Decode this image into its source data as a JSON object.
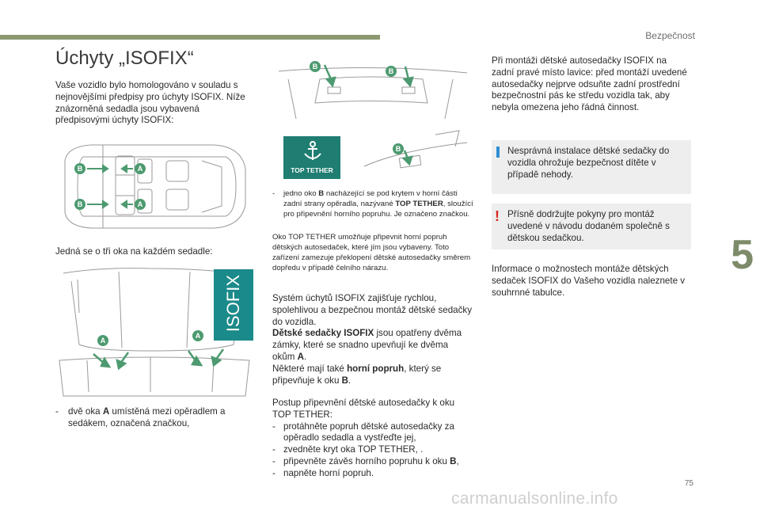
{
  "header": {
    "section": "Bezpečnost",
    "title": "Úchyty „ISOFIX“",
    "chapter_number": "5",
    "page_number": "75"
  },
  "col1": {
    "intro": "Vaše vozidlo bylo homologováno v souladu s nejnovějšími předpisy pro úchyty ISOFIX. Níže znázorněná sedadla jsou vybavená předpisovými úchyty ISOFIX:",
    "line": "Jedná se o tři oka na každém sedadle:",
    "bullet_a_pre": "dvě oka ",
    "bullet_a_bold": "A",
    "bullet_a_post": " umístěná mezi opěradlem a sedákem, označená značkou,",
    "isofix_label": "ISOFIX",
    "badges": {
      "a": "A",
      "b": "B"
    }
  },
  "col2": {
    "tether_label": "TOP TETHER",
    "note_b_pre": "jedno oko ",
    "note_b_bold": "B",
    "note_b_mid": " nacházející se pod krytem v horní části zadní strany opěradla, nazývané ",
    "note_b_bold2": "TOP TETHER",
    "note_b_post": ", sloužící pro připevnění horního popruhu. Je označeno značkou.",
    "note_b2": "Oko TOP TETHER umožňuje připevnit horní popruh dětských autosedaček, které jím jsou vybaveny. Toto zařízení zamezuje překlopení dětské autosedačky směrem dopředu v případě čelního nárazu.",
    "system": "Systém úchytů ISOFIX zajišťuje rychlou, spolehlivou a bezpečnou montáž dětské sedačky do vozidla.",
    "seats_bold": "Dětské sedačky ISOFIX",
    "seats_rest": " jsou opatřeny dvěma zámky, které se snadno upevňují ke dvěma okům ",
    "seats_a": "A",
    "some_pre": "Některé mají také ",
    "some_bold": "horní popruh",
    "some_mid": ", který se připevňuje k oku ",
    "some_b": "B",
    "proc_title": "Postup připevnění dětské autosedačky k oku TOP TETHER:",
    "steps": [
      "protáhněte popruh dětské autosedačky za opěradlo sedadla a vystřeďte jej,",
      "zvedněte kryt oka TOP TETHER, .",
      "připevněte závěs horního popruhu k oku ",
      "napněte horní popruh."
    ],
    "step3_bold": "B",
    "step3_tail": ","
  },
  "col3": {
    "para1": "Při montáži dětské autosedačky ISOFIX na zadní pravé místo lavice: před montáží uvedené autosedačky nejprve odsuňte zadní prostřední bezpečnostní pás ke středu vozidla tak, aby nebyla omezena jeho řádná činnost.",
    "info": "Nesprávná instalace dětské sedačky do vozidla ohrožuje bezpečnost dítěte v případě nehody.",
    "warning": "Přísně dodržujte pokyny pro montáž uvedené v návodu dodaném společně s dětskou sedačkou.",
    "para2": "Informace o možnostech montáže dětských sedaček ISOFIX do Vašeho vozidla naleznete v souhrnné tabulce."
  },
  "watermark": "carmanualsonline.info",
  "colors": {
    "accent": "#8c9970",
    "badge": "#4d9a70",
    "tether": "#1f7d72",
    "isofix": "#1b8a8a",
    "info_marker": "#2f8fd1",
    "warn_marker": "#d52b1e"
  }
}
